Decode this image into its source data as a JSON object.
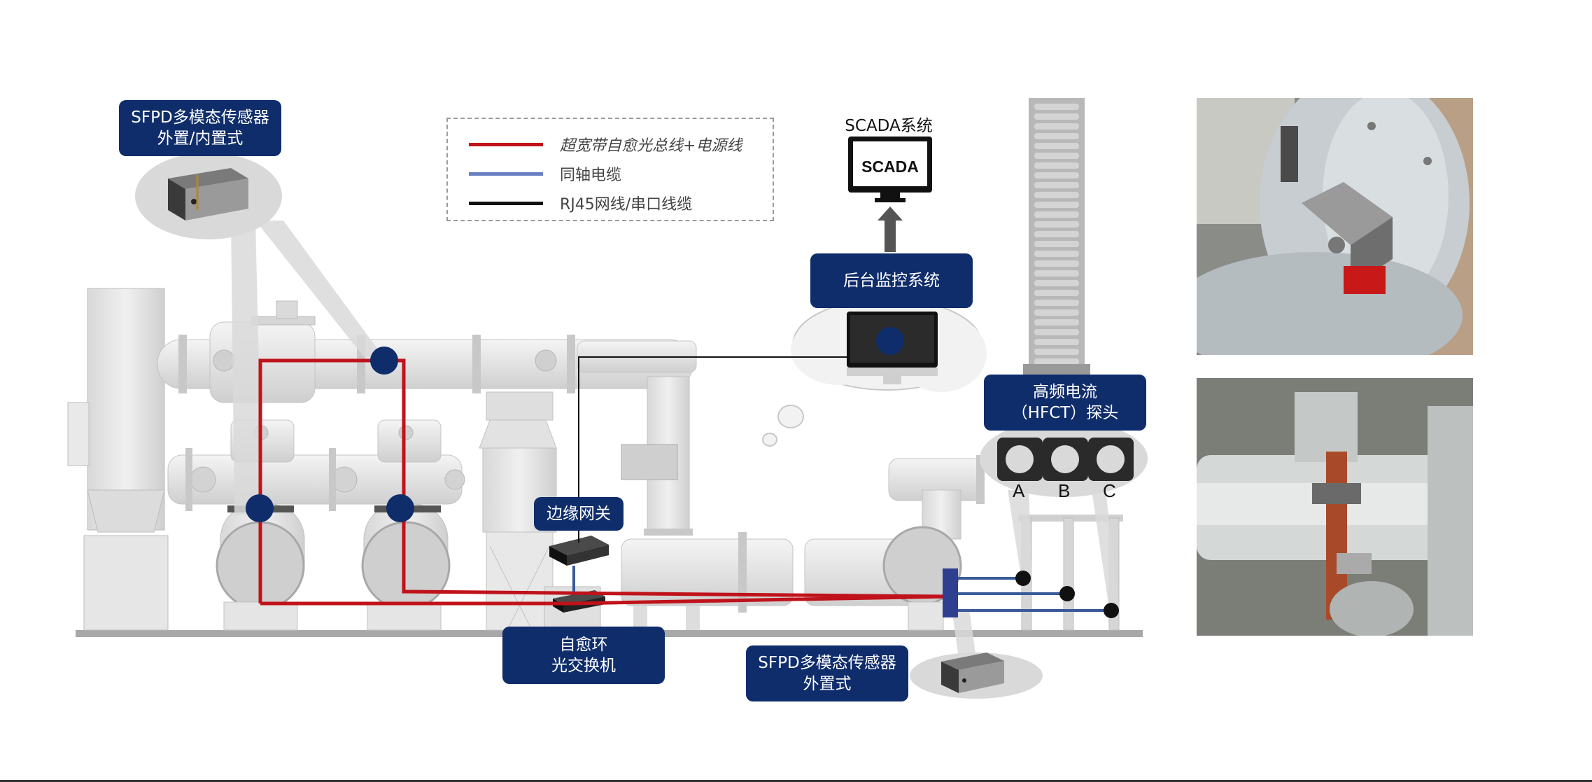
{
  "labels": {
    "sfpd_top": "SFPD多模态传感器\n外置/内置式",
    "backend": "后台监控系统",
    "hfct": "高频电流\n（HFCT）探头",
    "edge_gateway": "边缘网关",
    "optical_switch": "自愈环\n光交换机",
    "sfpd_bottom": "SFPD多模态传感器\n外置式"
  },
  "legend": {
    "items": [
      {
        "text": "超宽带自愈光总线+电源线",
        "color": "#c0121a",
        "italic": true
      },
      {
        "text": "同轴电缆",
        "color": "#6a7fc2",
        "italic": false
      },
      {
        "text": "RJ45网线/串口线缆",
        "color": "#111111",
        "italic": false
      }
    ]
  },
  "scada": {
    "caption": "SCADA系统",
    "screen_text": "SCADA"
  },
  "probes": [
    "A",
    "B",
    "C"
  ],
  "colors": {
    "navy": "#0f2d6b",
    "red": "#c0121a",
    "blue": "#3a5a9a",
    "equipment": "#e4e4e4"
  }
}
